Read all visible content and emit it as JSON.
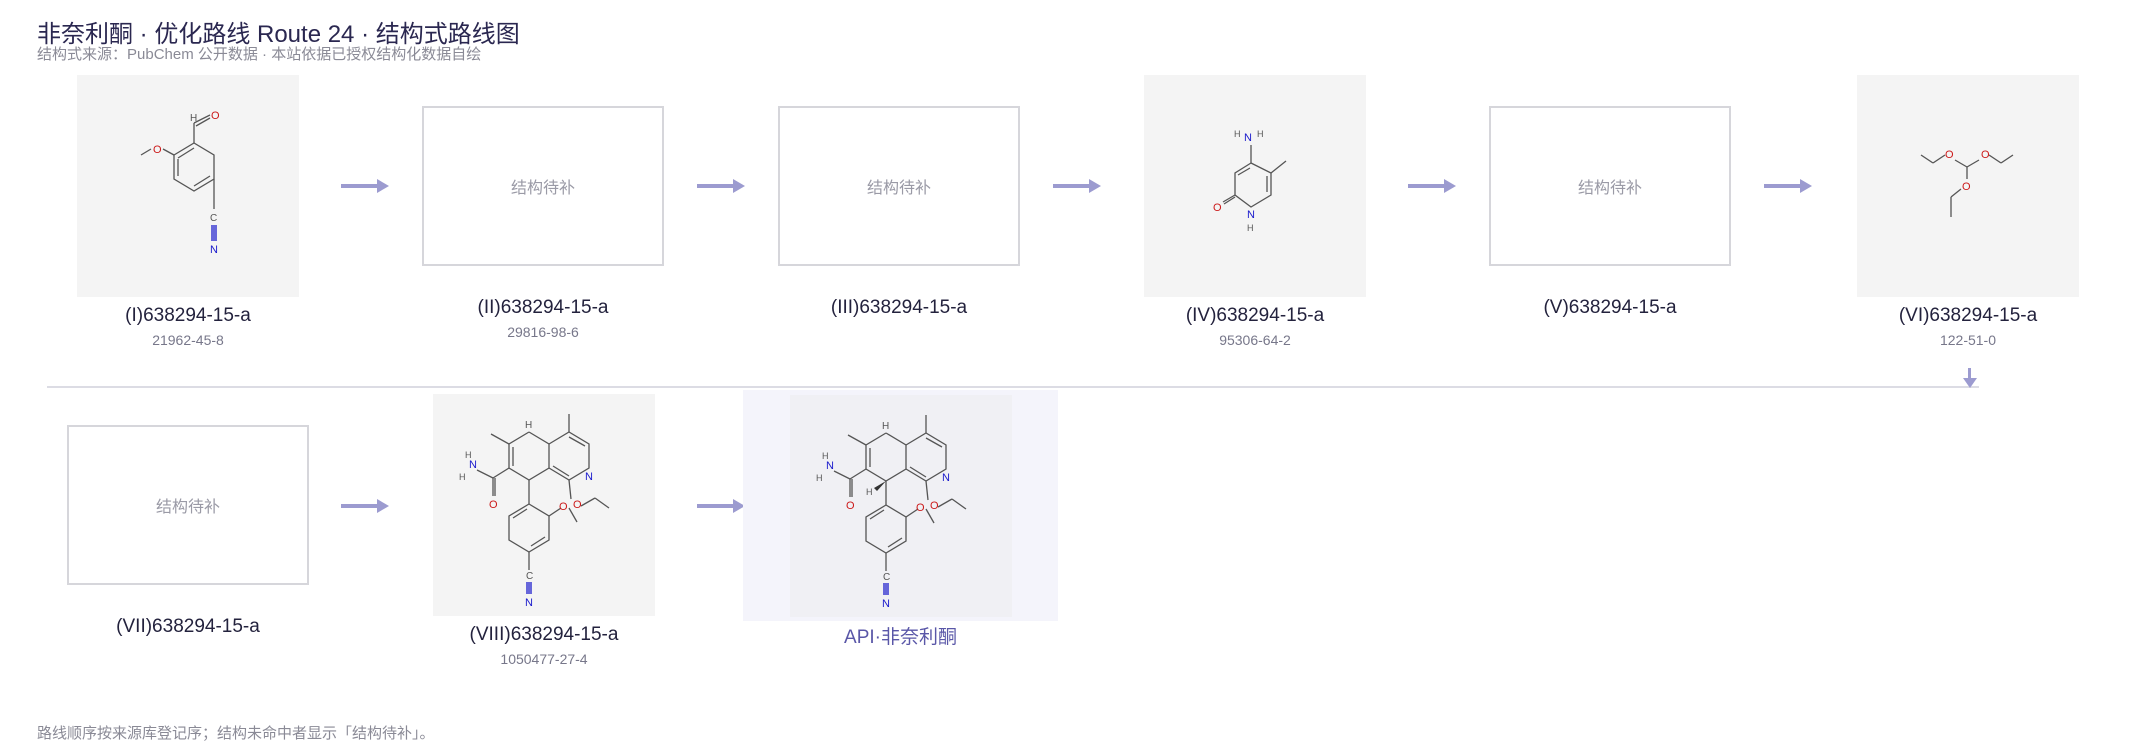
{
  "header": {
    "title": "非奈利酮 · 优化路线 Route 24 · 结构式路线图",
    "subtitle": "结构式来源：PubChem 公开数据 · 本站依据已授权结构化数据自绘"
  },
  "footnote": "路线顺序按来源库登记序；结构未命中者显示「结构待补」。",
  "placeholder_text": "结构待补",
  "steps": [
    {
      "label": "(I)638294-15-a",
      "cas": "21962-45-8",
      "structure": "4-formyl-3-methoxybenzonitrile"
    },
    {
      "label": "(II)638294-15-a",
      "cas": "29816-98-6",
      "structure": "placeholder"
    },
    {
      "label": "(III)638294-15-a",
      "cas": "",
      "structure": "placeholder"
    },
    {
      "label": "(IV)638294-15-a",
      "cas": "95306-64-2",
      "structure": "4-amino-5-methylpyridin-2-one"
    },
    {
      "label": "(V)638294-15-a",
      "cas": "",
      "structure": "placeholder"
    },
    {
      "label": "(VI)638294-15-a",
      "cas": "122-51-0",
      "structure": "triethyl orthoformate"
    },
    {
      "label": "(VII)638294-15-a",
      "cas": "",
      "structure": "placeholder"
    },
    {
      "label": "(VIII)638294-15-a",
      "cas": "1050477-27-4",
      "structure": "racemic finerenone"
    }
  ],
  "api": {
    "label": "API·非奈利酮",
    "structure": "finerenone"
  },
  "colors": {
    "arrow": "#9c9bd0",
    "nitrogen": "#1a1acc",
    "oxygen": "#cc1a1a",
    "bond": "#555555"
  },
  "icons": {
    "step_arrow": "right-arrow-icon",
    "row_wrap": "down-arrow-icon"
  }
}
